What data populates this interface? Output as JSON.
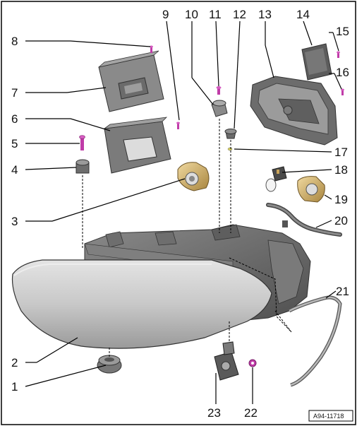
{
  "diagram": {
    "callouts": [
      "1",
      "2",
      "3",
      "4",
      "5",
      "6",
      "7",
      "8",
      "9",
      "10",
      "11",
      "12",
      "13",
      "14",
      "15",
      "16",
      "17",
      "18",
      "19",
      "20",
      "21",
      "22",
      "23"
    ],
    "reference": "A94-11718"
  },
  "colors": {
    "frame": "#000000",
    "housing": "#8c8c8c",
    "lens": "#c9c9c9",
    "screw": "#c03ca8",
    "gold": "#c9a35a"
  },
  "icons": {
    "screw": "screw-icon",
    "bulb": "bulb-icon"
  }
}
